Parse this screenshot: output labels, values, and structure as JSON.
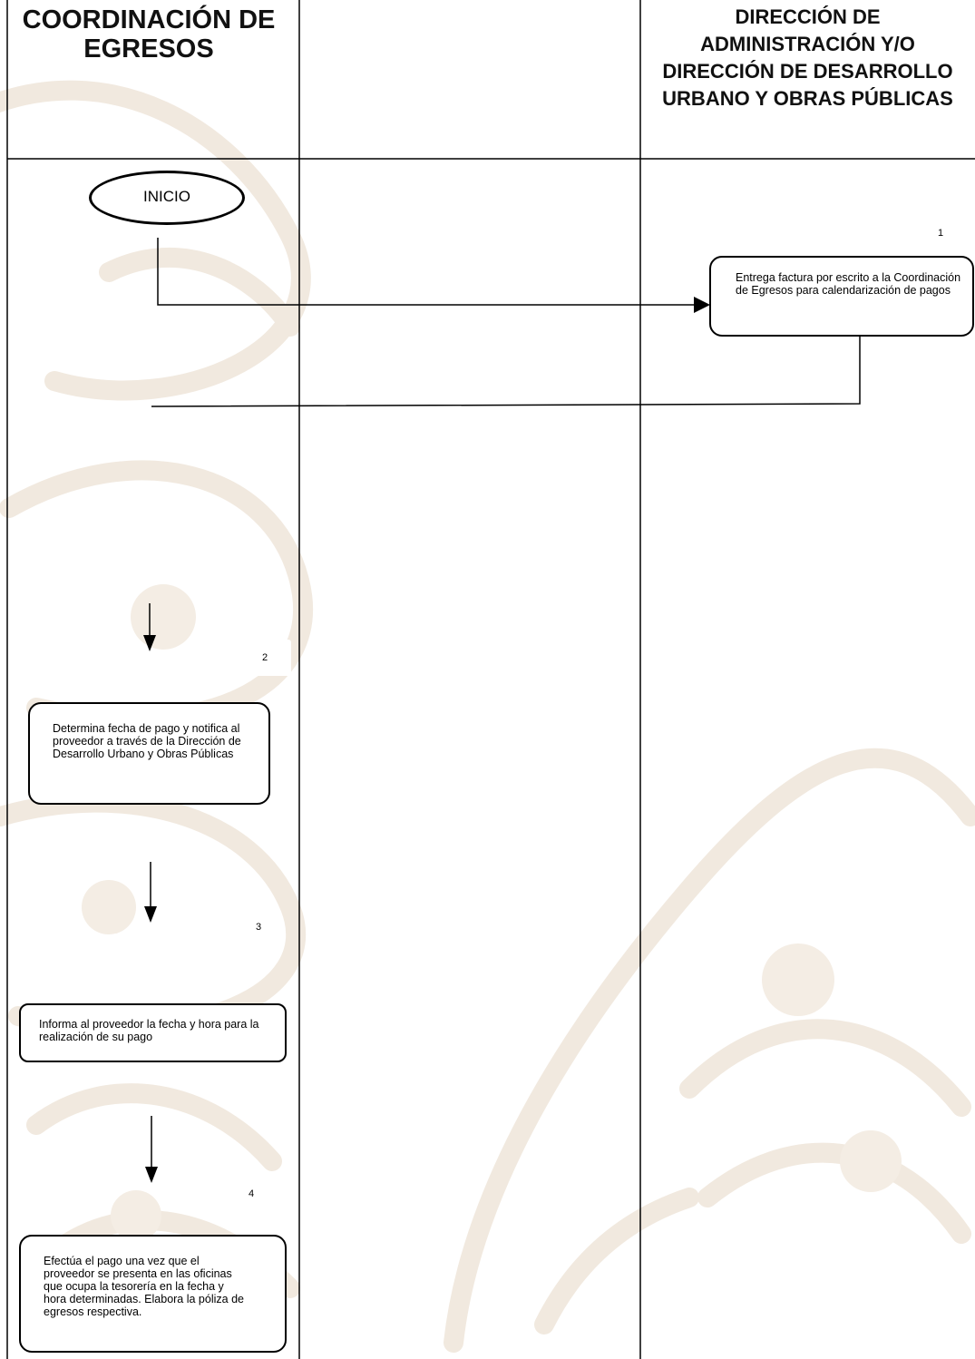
{
  "lanes": {
    "coordinacion": "COORDINACIÓN DE EGRESOS",
    "middle": "",
    "direccion": "DIRECCIÓN DE ADMINISTRACIÓN Y/O DIRECCIÓN DE DESARROLLO URBANO Y OBRAS PÚBLICAS"
  },
  "start": {
    "label": "INICIO"
  },
  "steps": [
    {
      "number": "1",
      "text": "Entrega factura por escrito a la Coordinación de Egresos para calendarización de pagos"
    },
    {
      "number": "2",
      "text": "Determina fecha de pago y notifica al proveedor a través de la Dirección de Desarrollo Urbano y Obras Públicas"
    },
    {
      "number": "3",
      "text": "Informa al proveedor la fecha y hora para la realización de su pago"
    },
    {
      "number": "4",
      "text": "Efectúa el pago una vez que el proveedor se presenta en las oficinas que ocupa la tesorería en la fecha y hora determinadas. Elabora la póliza de egresos respectiva."
    }
  ],
  "colors": {
    "line": "#000000",
    "watermark": "#f1e9df"
  }
}
